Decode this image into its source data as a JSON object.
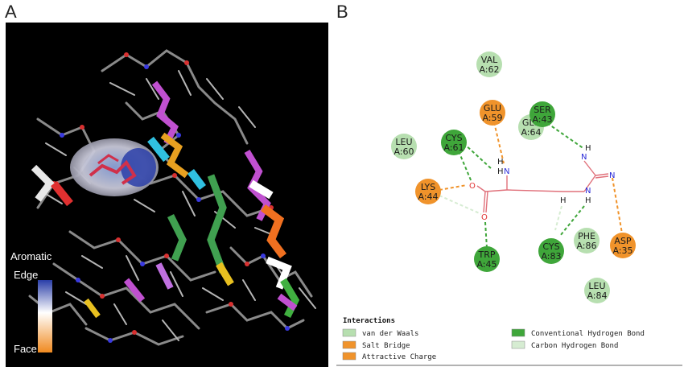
{
  "panels": {
    "a_label": "A",
    "b_label": "B"
  },
  "colorbar": {
    "title": "Aromatic",
    "top_label": "Edge",
    "bottom_label": "Face"
  },
  "residues": {
    "val62": {
      "name": "VAL",
      "id": "A:62"
    },
    "glu59": {
      "name": "GLU",
      "id": "A:59"
    },
    "ser43": {
      "name": "SER",
      "id": "A:43"
    },
    "glu64": {
      "name": "GLU",
      "id": "A:64"
    },
    "leu60": {
      "name": "LEU",
      "id": "A:60"
    },
    "cys61": {
      "name": "CYS",
      "id": "A:61"
    },
    "lys44": {
      "name": "LYS",
      "id": "A:44"
    },
    "trp45": {
      "name": "TRP",
      "id": "A:45"
    },
    "cys83": {
      "name": "CYS",
      "id": "A:83"
    },
    "phe86": {
      "name": "PHE",
      "id": "A:86"
    },
    "asp35": {
      "name": "ASP",
      "id": "A:35"
    },
    "leu84": {
      "name": "LEU",
      "id": "A:84"
    }
  },
  "atoms": {
    "h": "H",
    "n": "N",
    "o": "O"
  },
  "legend": {
    "title": "Interactions",
    "items": [
      {
        "label": "van der Waals",
        "color": "#b7dfb0"
      },
      {
        "label": "Salt Bridge",
        "color": "#f0932b"
      },
      {
        "label": "Attractive Charge",
        "color": "#f0932b"
      },
      {
        "label": "Conventional Hydrogen Bond",
        "color": "#3fa63a"
      },
      {
        "label": "Carbon Hydrogen Bond",
        "color": "#d6ecd2"
      }
    ]
  },
  "colors": {
    "vdw": "#b7dfb0",
    "conventional_hbond": "#3fa63a",
    "salt_bridge": "#f0932b",
    "ligand_bond": "#e0707a",
    "nitrogen": "#2b2bd8",
    "oxygen": "#e03030"
  }
}
